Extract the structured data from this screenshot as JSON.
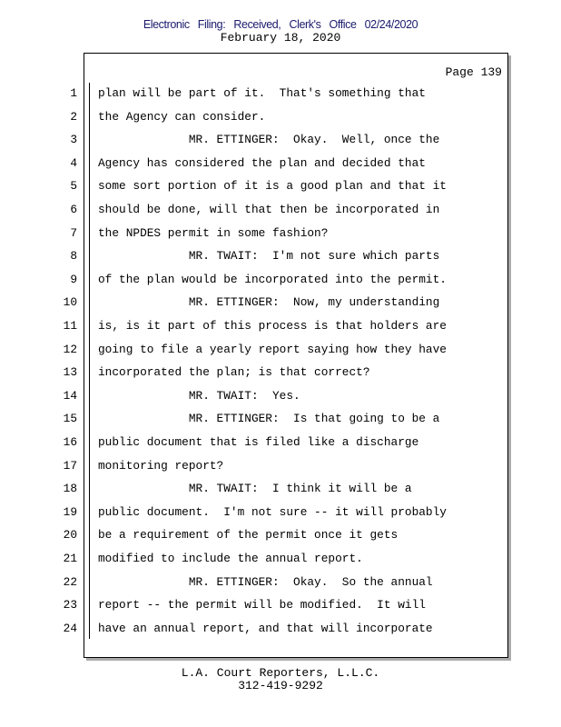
{
  "stamp": "Electronic  Filing:  Received,  Clerk's  Office  02/24/2020",
  "date": "February 18, 2020",
  "page_label": "Page 139",
  "lines": [
    {
      "n": "1",
      "t": "plan will be part of it.  That's something that"
    },
    {
      "n": "2",
      "t": "the Agency can consider."
    },
    {
      "n": "3",
      "t": "             MR. ETTINGER:  Okay.  Well, once the"
    },
    {
      "n": "4",
      "t": "Agency has considered the plan and decided that"
    },
    {
      "n": "5",
      "t": "some sort portion of it is a good plan and that it"
    },
    {
      "n": "6",
      "t": "should be done, will that then be incorporated in"
    },
    {
      "n": "7",
      "t": "the NPDES permit in some fashion?"
    },
    {
      "n": "8",
      "t": "             MR. TWAIT:  I'm not sure which parts"
    },
    {
      "n": "9",
      "t": "of the plan would be incorporated into the permit."
    },
    {
      "n": "10",
      "t": "             MR. ETTINGER:  Now, my understanding"
    },
    {
      "n": "11",
      "t": "is, is it part of this process is that holders are"
    },
    {
      "n": "12",
      "t": "going to file a yearly report saying how they have"
    },
    {
      "n": "13",
      "t": "incorporated the plan; is that correct?"
    },
    {
      "n": "14",
      "t": "             MR. TWAIT:  Yes."
    },
    {
      "n": "15",
      "t": "             MR. ETTINGER:  Is that going to be a"
    },
    {
      "n": "16",
      "t": "public document that is filed like a discharge"
    },
    {
      "n": "17",
      "t": "monitoring report?"
    },
    {
      "n": "18",
      "t": "             MR. TWAIT:  I think it will be a"
    },
    {
      "n": "19",
      "t": "public document.  I'm not sure -- it will probably"
    },
    {
      "n": "20",
      "t": "be a requirement of the permit once it gets"
    },
    {
      "n": "21",
      "t": "modified to include the annual report."
    },
    {
      "n": "22",
      "t": "             MR. ETTINGER:  Okay.  So the annual"
    },
    {
      "n": "23",
      "t": "report -- the permit will be modified.  It will"
    },
    {
      "n": "24",
      "t": "have an annual report, and that will incorporate"
    }
  ],
  "footer": {
    "company": "L.A. Court Reporters, L.L.C.",
    "phone": "312-419-9292"
  }
}
